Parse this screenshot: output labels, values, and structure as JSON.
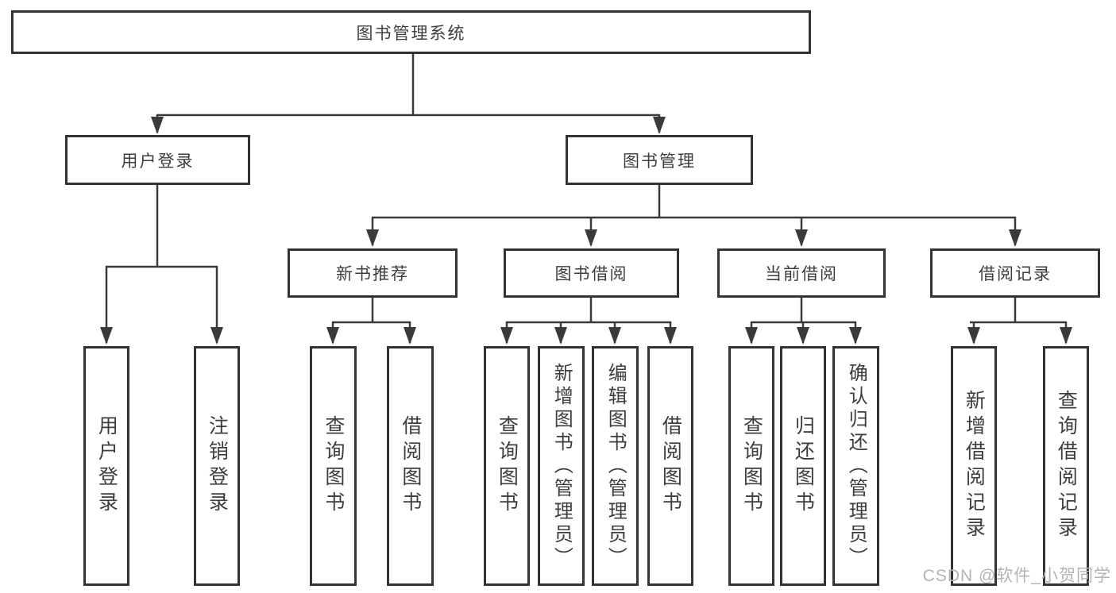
{
  "diagram": {
    "root": {
      "label": "图书管理系统"
    },
    "children": [
      {
        "label": "用户登录",
        "children": [
          {
            "label": "用户登录"
          },
          {
            "label": "注销登录"
          }
        ]
      },
      {
        "label": "图书管理",
        "children": [
          {
            "label": "新书推荐",
            "children": [
              {
                "label": "查询图书"
              },
              {
                "label": "借阅图书"
              }
            ]
          },
          {
            "label": "图书借阅",
            "children": [
              {
                "label": "查询图书"
              },
              {
                "label": "新增图书（管理员）"
              },
              {
                "label": "编辑图书（管理员）"
              },
              {
                "label": "借阅图书"
              }
            ]
          },
          {
            "label": "当前借阅",
            "children": [
              {
                "label": "查询图书"
              },
              {
                "label": "归还图书"
              },
              {
                "label": "确认归还（管理员）"
              }
            ]
          },
          {
            "label": "借阅记录",
            "children": [
              {
                "label": "新增借阅记录"
              },
              {
                "label": "查询借阅记录"
              }
            ]
          }
        ]
      }
    ]
  },
  "watermark": {
    "text": "CSDN @软件_小贺同学"
  },
  "colors": {
    "line": "#3a3a3a",
    "box_border": "#333333",
    "text": "#3d3d3d",
    "watermark": "#b3b3b3",
    "background": "#ffffff"
  }
}
